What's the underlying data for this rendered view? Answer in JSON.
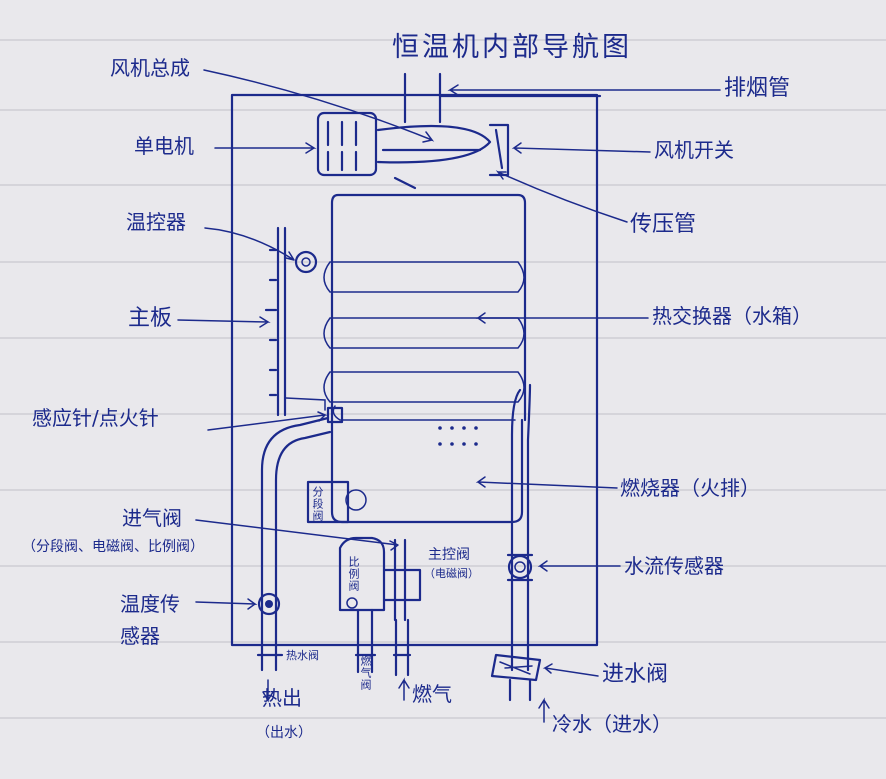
{
  "title": "恒温机内部导航图",
  "labels": {
    "fan_assembly": "风机总成",
    "single_motor": "单电机",
    "thermostat": "温控器",
    "main_board": "主板",
    "sensor_igniter": "感应针/点火针",
    "gas_inlet_valve": "进气阀",
    "gas_inlet_valve_sub": "（分段阀、电磁阀、比例阀）",
    "temp_sensor_line1": "温度传",
    "temp_sensor_line2": "感器",
    "exhaust_pipe": "排烟管",
    "fan_switch": "风机开关",
    "pressure_tube": "传压管",
    "heat_exchanger": "热交换器（水箱）",
    "burner": "燃烧器（火排）",
    "water_flow_sensor": "水流传感器",
    "water_inlet_valve": "进水阀",
    "segment_valve": "分段阀",
    "proportional_valve": "比例阀",
    "main_control_valve": "主控阀",
    "main_control_valve_sub": "（电磁阀）",
    "hot_water_out": "热出",
    "hot_water_out_sub": "（出水）",
    "gas_in": "燃气",
    "cold_water_in": "冷水（进水）",
    "hot_water_pipe_tag": "热水阀",
    "gas_pipe_tag": "燃气阀"
  },
  "colors": {
    "ink": "#1c2a8c",
    "paper": "#e9e8ec"
  }
}
